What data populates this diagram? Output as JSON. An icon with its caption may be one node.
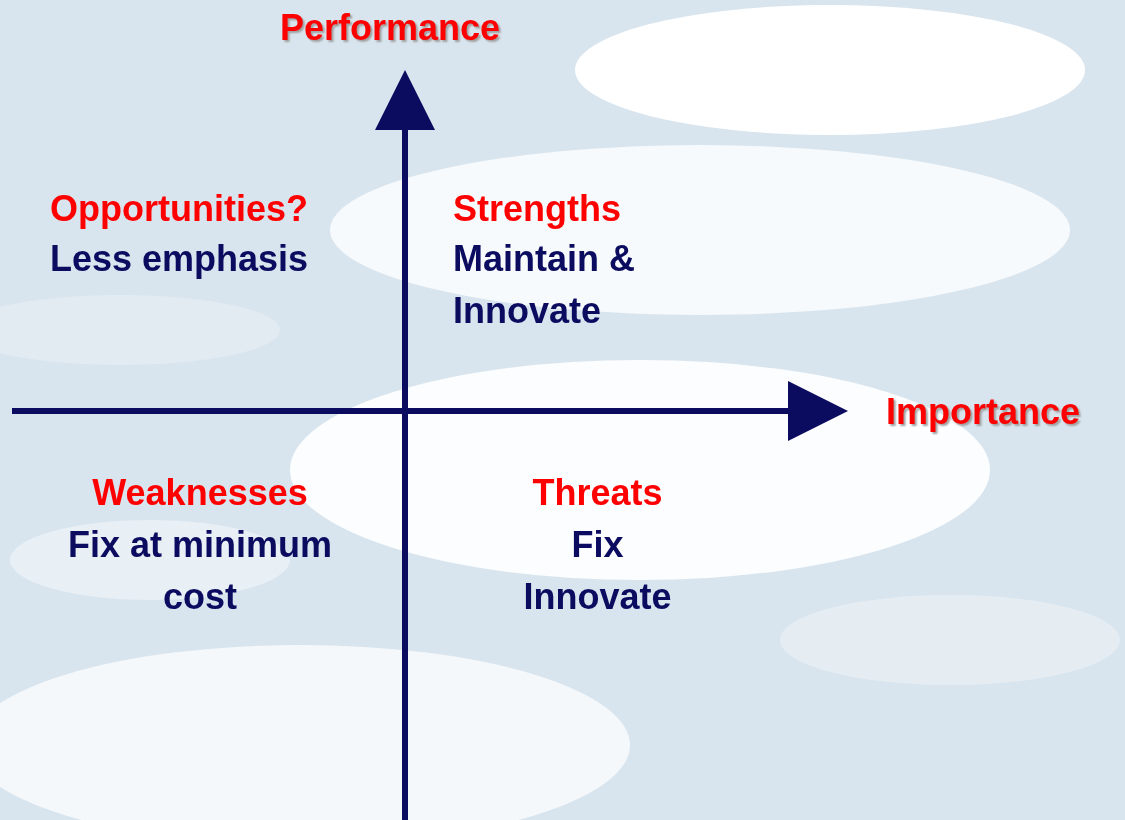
{
  "diagram": {
    "labels": [
      "Performance",
      "Opportunities?",
      "Less emphasis",
      "Strengths",
      "Maintain & Innovate",
      "Importance",
      "Weaknesses",
      "Fix at minimum cost",
      "Threats",
      "Fix Innovate"
    ]
  }
}
